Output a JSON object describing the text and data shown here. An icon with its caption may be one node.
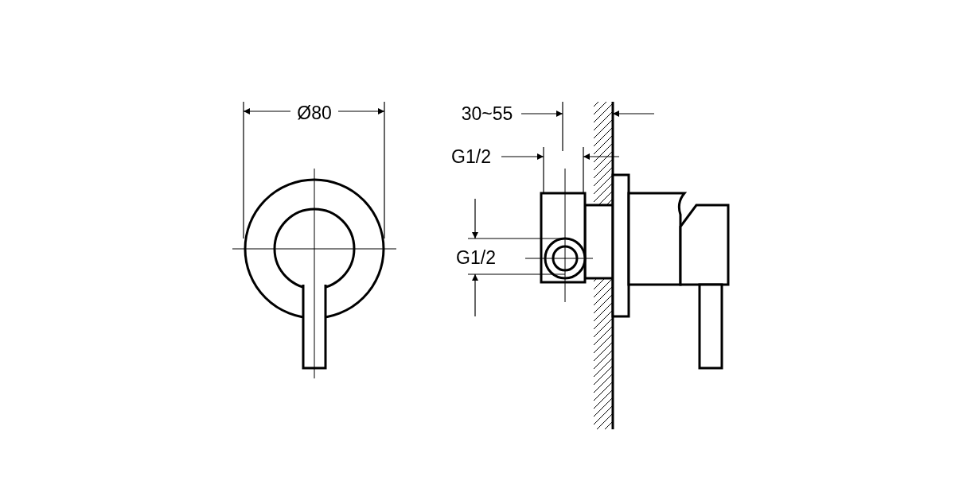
{
  "diagram": {
    "labels": [
      "Ø80",
      "30~55",
      "G1/2",
      "G1/2"
    ]
  }
}
